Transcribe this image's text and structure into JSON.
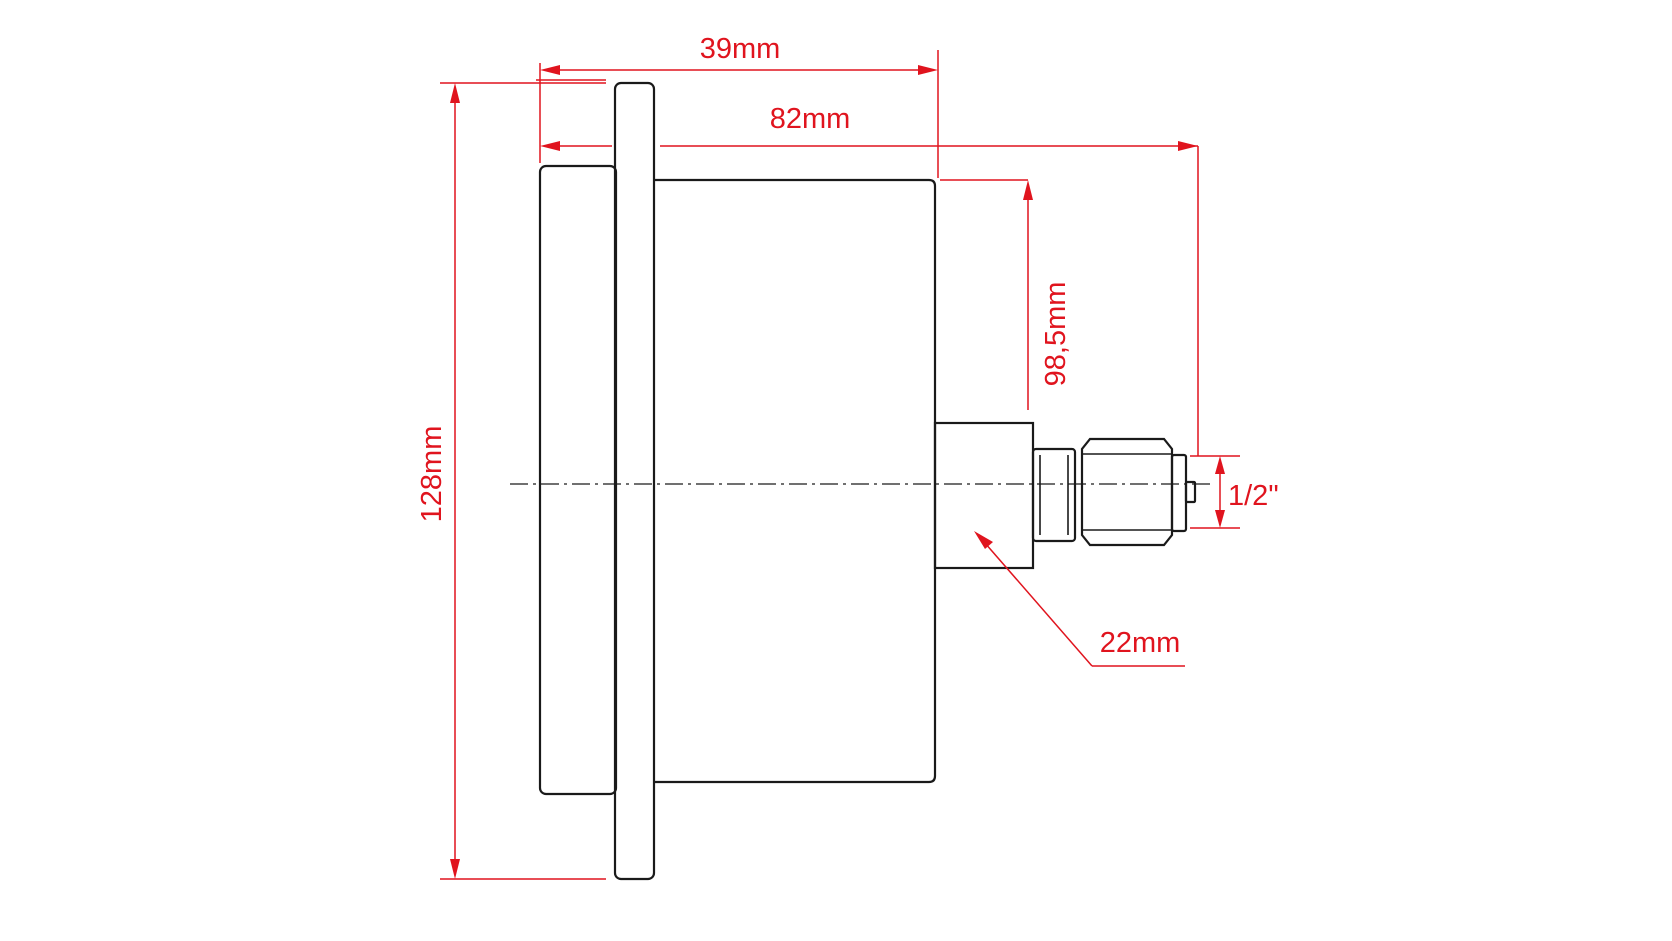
{
  "dimensions": {
    "front_depth": "39mm",
    "total_depth": "82mm",
    "flange_height": "128mm",
    "case_diameter": "98,5mm",
    "hex_size": "22mm",
    "thread": "1/2\""
  },
  "colors": {
    "dimension_lines": "#e0141e",
    "outline": "#1a1a1a",
    "background": "#ffffff"
  }
}
